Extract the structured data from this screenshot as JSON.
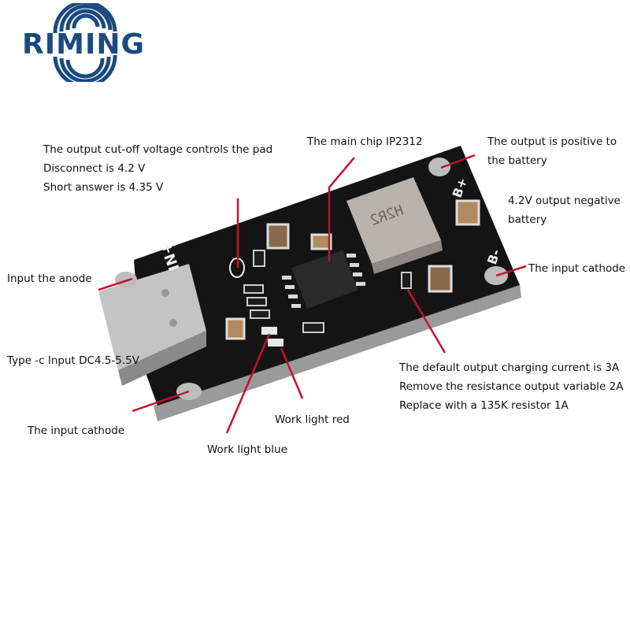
{
  "brand": {
    "name": "RIMING",
    "color": "#1a4a80"
  },
  "board": {
    "silkscreen_input": "IN+",
    "silkscreen_bplus": "B+",
    "silkscreen_bminus": "B-",
    "inductor_marking": "H2R2",
    "board_color": "#141414",
    "pointer_color": "#c8102e"
  },
  "annotations": {
    "cutoff": {
      "line1": "The output cut-off voltage controls the pad",
      "line2": "Disconnect is 4.2 V",
      "line3": "Short answer is 4.35 V"
    },
    "main_chip": "The main chip IP2312",
    "output_positive": {
      "line1": "The output is positive to",
      "line2": "the battery"
    },
    "output_negative": {
      "line1": "4.2V output negative",
      "line2": "battery"
    },
    "input_cathode_right": "The input cathode",
    "input_anode": "Input the anode",
    "typec_input": "Type -c Input DC4.5-5.5V",
    "charging_current": {
      "line1": "The default output charging current is 3A",
      "line2": "Remove the resistance output variable 2A",
      "line3": "Replace with a 135K resistor 1A"
    },
    "input_cathode_left": "The input cathode",
    "work_light_red": "Work light red",
    "work_light_blue": "Work light blue"
  }
}
